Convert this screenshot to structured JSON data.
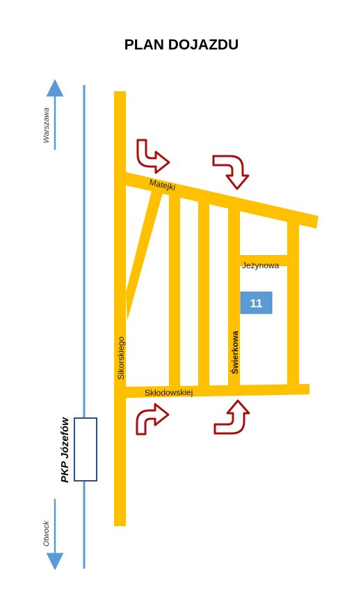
{
  "title": "PLAN DOJAZDU",
  "colors": {
    "road": "#ffc000",
    "rail": "#5b9bd5",
    "arrow_fill": "#ffffff",
    "arrow_stroke": "#a50f0f",
    "marker": "#5b9bd5",
    "station_border": "#2f4f7f"
  },
  "streets": {
    "matejki": "Matejki",
    "jezynowa": "Jeżynowa",
    "sikorskiego": "Sikorskiego",
    "swierkowa": "Świerkowa",
    "sklodowskiej": "Skłodowskiej"
  },
  "directions": {
    "north": "Warszawa",
    "south": "Otwock"
  },
  "station": "PKP Józefów",
  "marker_label": "11",
  "icons": {
    "turn_arrow": "curved-turn-arrow-icon",
    "direction_arrow": "direction-arrow-icon"
  }
}
